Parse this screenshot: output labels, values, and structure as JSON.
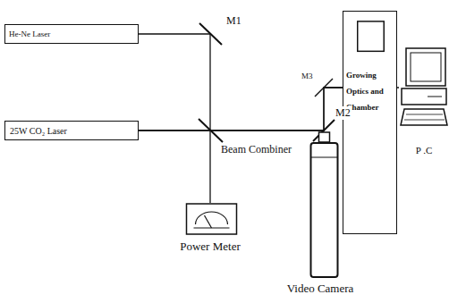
{
  "diagram": {
    "nodes": [
      {
        "text": [
          "He-Ne Laser"
        ]
      },
      {
        "text": [
          "25W CO₂ Laser"
        ]
      },
      {
        "text": [
          "Power Meter"
        ]
      },
      {
        "text": [
          "Video Camera"
        ]
      },
      {
        "text": [
          "Growing Optics and Chamber"
        ]
      },
      {
        "text": [
          "P .C"
        ]
      }
    ],
    "edges": [
      {
        "from": 0,
        "to": 4,
        "arrow": "none"
      },
      {
        "from": 1,
        "to": 4,
        "arrow": "none"
      },
      {
        "from": 1,
        "to": 2,
        "arrow": "none"
      },
      {
        "from": 4,
        "to": 5,
        "arrow": "none"
      }
    ],
    "labels": [
      "M1",
      "Beam Combiner",
      "M2",
      "M3"
    ]
  }
}
